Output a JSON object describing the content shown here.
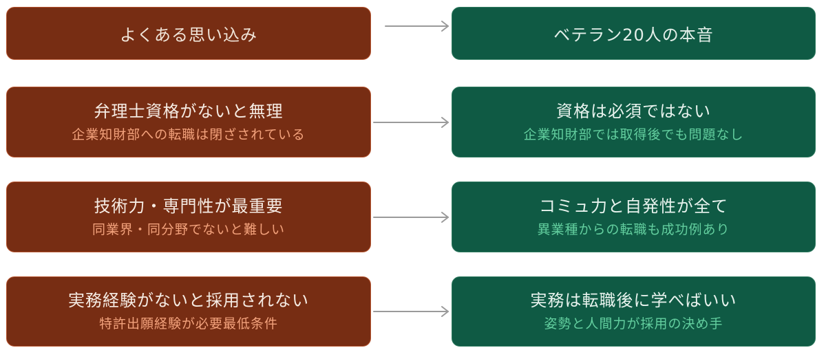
{
  "header": {
    "left_title": "よくある思い込み",
    "right_title": "ベテラン20人の本音"
  },
  "rows": [
    {
      "myth": "弁理士資格がないと無理",
      "myth_sub": "企業知財部への転職は閉ざされている",
      "truth": "資格は必須ではない",
      "truth_sub": "企業知財部では取得後でも問題なし"
    },
    {
      "myth": "技術力・専門性が最重要",
      "myth_sub": "同業界・同分野でないと難しい",
      "truth": "コミュ力と自発性が全て",
      "truth_sub": "異業種からの転職も成功例あり"
    },
    {
      "myth": "実務経験がないと採用されない",
      "myth_sub": "特許出願経験が必要最低条件",
      "truth": "実務は転職後に学べばいい",
      "truth_sub": "姿勢と人間力が採用の決め手"
    }
  ],
  "colors": {
    "myth_bg": "#772d13",
    "truth_bg": "#0f5a44",
    "myth_sub_text": "#f3a27c",
    "truth_sub_text": "#63cf9f",
    "arrow": "#9a9a9a"
  }
}
